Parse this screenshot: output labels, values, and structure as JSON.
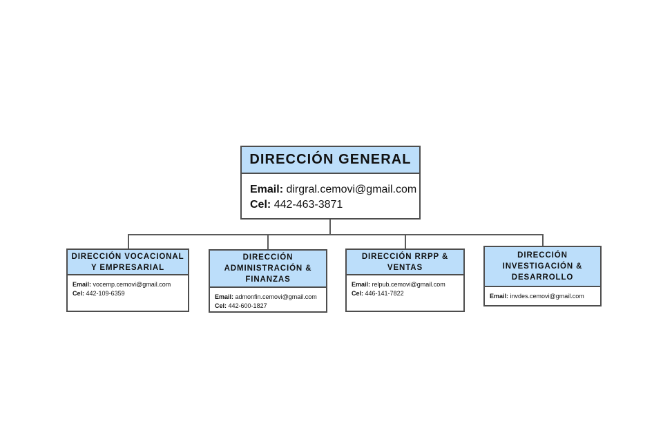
{
  "chart_data": {
    "type": "diagram",
    "diagram_type": "organizational-chart",
    "orientation": "top-down",
    "levels": 2,
    "colors": {
      "header_fill": "#bcdefa",
      "body_fill": "#ffffff",
      "border": "#4d4d4d",
      "connector": "#5a5a5a",
      "text": "#111111",
      "background": "#ffffff"
    },
    "nodes": [
      {
        "id": "root",
        "title": "DIRECCIÓN GENERAL",
        "email_label": "Email:",
        "email": "dirgral.cemovi@gmail.com",
        "cel_label": "Cel:",
        "cel": "442-463-3871",
        "level": 0
      },
      {
        "id": "vocacional",
        "title": "DIRECCIÓN VOCACIONAL Y EMPRESARIAL",
        "email_label": "Email:",
        "email": "vocemp.cemovi@gmail.com",
        "cel_label": "Cel:",
        "cel": "442-109-6359",
        "level": 1
      },
      {
        "id": "administracion",
        "title": "DIRECCIÓN ADMINISTRACIÓN & FINANZAS",
        "email_label": "Email:",
        "email": "admonfin.cemovi@gmail.com",
        "cel_label": "Cel:",
        "cel": "442-600-1827",
        "level": 1
      },
      {
        "id": "rrpp",
        "title": "DIRECCIÓN RRPP & VENTAS",
        "email_label": "Email:",
        "email": "relpub.cemovi@gmail.com",
        "cel_label": "Cel:",
        "cel": "446-141-7822",
        "level": 1
      },
      {
        "id": "investigacion",
        "title": "DIRECCIÓN INVESTIGACIÓN & DESARROLLO",
        "email_label": "Email:",
        "email": "invdes.cemovi@gmail.com",
        "cel_label": "",
        "cel": "",
        "level": 1
      }
    ],
    "edges": [
      {
        "from": "root",
        "to": "vocacional"
      },
      {
        "from": "root",
        "to": "administracion"
      },
      {
        "from": "root",
        "to": "rrpp"
      },
      {
        "from": "root",
        "to": "investigacion"
      }
    ]
  },
  "root": {
    "title_line1": "DIRECCIÓN GENERAL",
    "email_label": "Email:",
    "email": "dirgral.cemovi@gmail.com",
    "cel_label": "Cel:",
    "cel": "442-463-3871"
  },
  "children": [
    {
      "title_line1": "DIRECCIÓN VOCACIONAL",
      "title_line2": "Y EMPRESARIAL",
      "title_line3": "",
      "email_label": "Email:",
      "email": "vocemp.cemovi@gmail.com",
      "cel_label": "Cel:",
      "cel": "442-109-6359"
    },
    {
      "title_line1": "DIRECCIÓN",
      "title_line2": "ADMINISTRACIÓN &",
      "title_line3": "FINANZAS",
      "email_label": "Email:",
      "email": "admonfin.cemovi@gmail.com",
      "cel_label": "Cel:",
      "cel": "442-600-1827"
    },
    {
      "title_line1": "DIRECCIÓN RRPP &",
      "title_line2": "VENTAS",
      "title_line3": "",
      "email_label": "Email:",
      "email": "relpub.cemovi@gmail.com",
      "cel_label": "Cel:",
      "cel": "446-141-7822"
    },
    {
      "title_line1": "DIRECCIÓN",
      "title_line2": "INVESTIGACIÓN &",
      "title_line3": "DESARROLLO",
      "email_label": "Email:",
      "email": "invdes.cemovi@gmail.com",
      "cel_label": "",
      "cel": ""
    }
  ]
}
